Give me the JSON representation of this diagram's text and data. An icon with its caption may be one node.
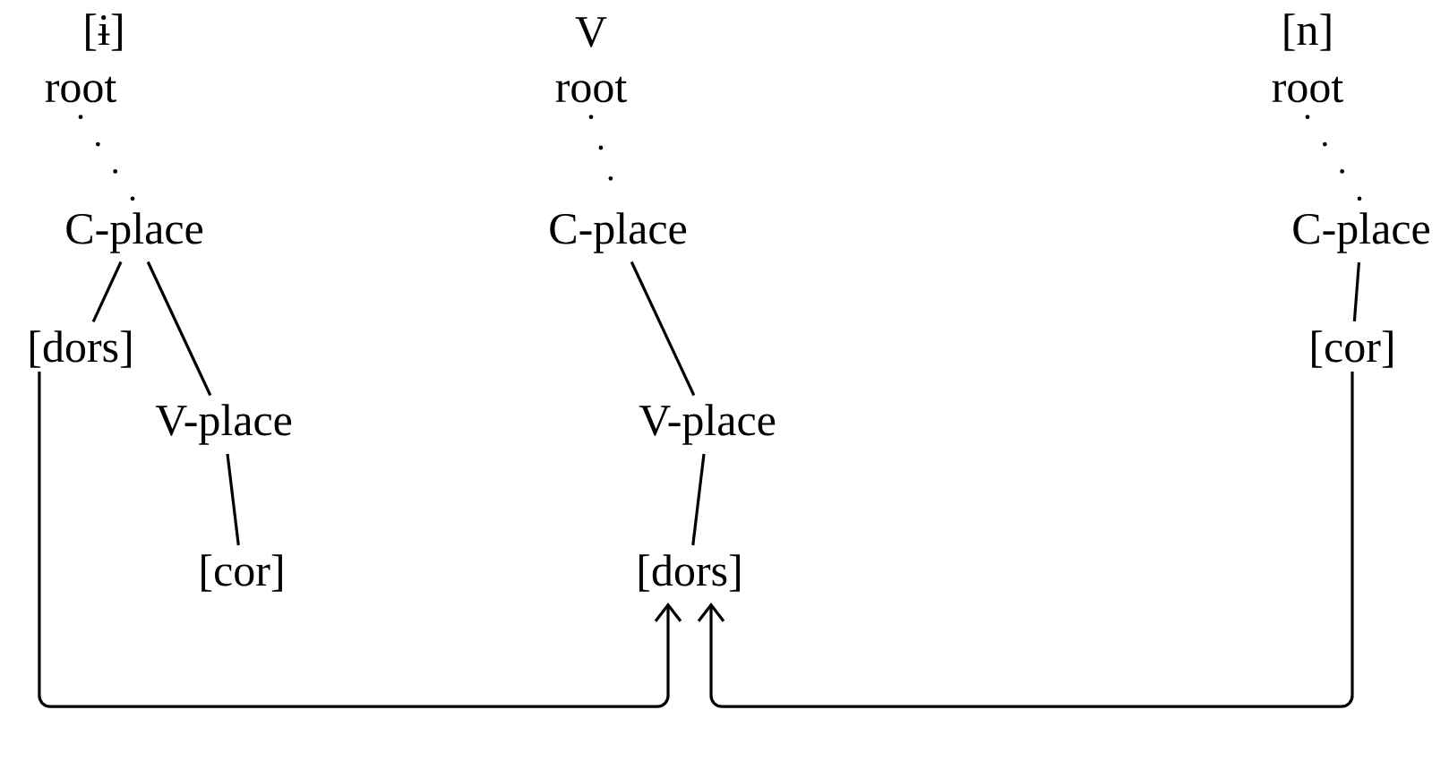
{
  "diagram": {
    "nodes": [
      {
        "text": [
          "root"
        ]
      },
      {
        "text": [
          "C-place"
        ]
      },
      {
        "text": [
          "[dors]"
        ]
      },
      {
        "text": [
          "V-place"
        ]
      },
      {
        "text": [
          "[cor]"
        ]
      },
      {
        "text": [
          "root"
        ]
      },
      {
        "text": [
          "C-place"
        ]
      },
      {
        "text": [
          "V-place"
        ]
      },
      {
        "text": [
          "[dors]"
        ]
      },
      {
        "text": [
          "root"
        ]
      },
      {
        "text": [
          "C-place"
        ]
      },
      {
        "text": [
          "[cor]"
        ]
      }
    ],
    "edges": [
      {
        "from": 0,
        "to": 1,
        "arrow": "none",
        "style": "dashed"
      },
      {
        "from": 1,
        "to": 2,
        "arrow": "none"
      },
      {
        "from": 1,
        "to": 3,
        "arrow": "none"
      },
      {
        "from": 3,
        "to": 4,
        "arrow": "none"
      },
      {
        "from": 5,
        "to": 6,
        "arrow": "none",
        "style": "dashed"
      },
      {
        "from": 6,
        "to": 7,
        "arrow": "none"
      },
      {
        "from": 7,
        "to": 8,
        "arrow": "none"
      },
      {
        "from": 9,
        "to": 10,
        "arrow": "none",
        "style": "dashed"
      },
      {
        "from": 10,
        "to": 11,
        "arrow": "none"
      },
      {
        "from": 2,
        "to": 8,
        "arrow": "to"
      },
      {
        "from": 11,
        "to": 8,
        "arrow": "to"
      }
    ],
    "labels": [
      "[ɨ]",
      "V",
      "[n]"
    ]
  }
}
